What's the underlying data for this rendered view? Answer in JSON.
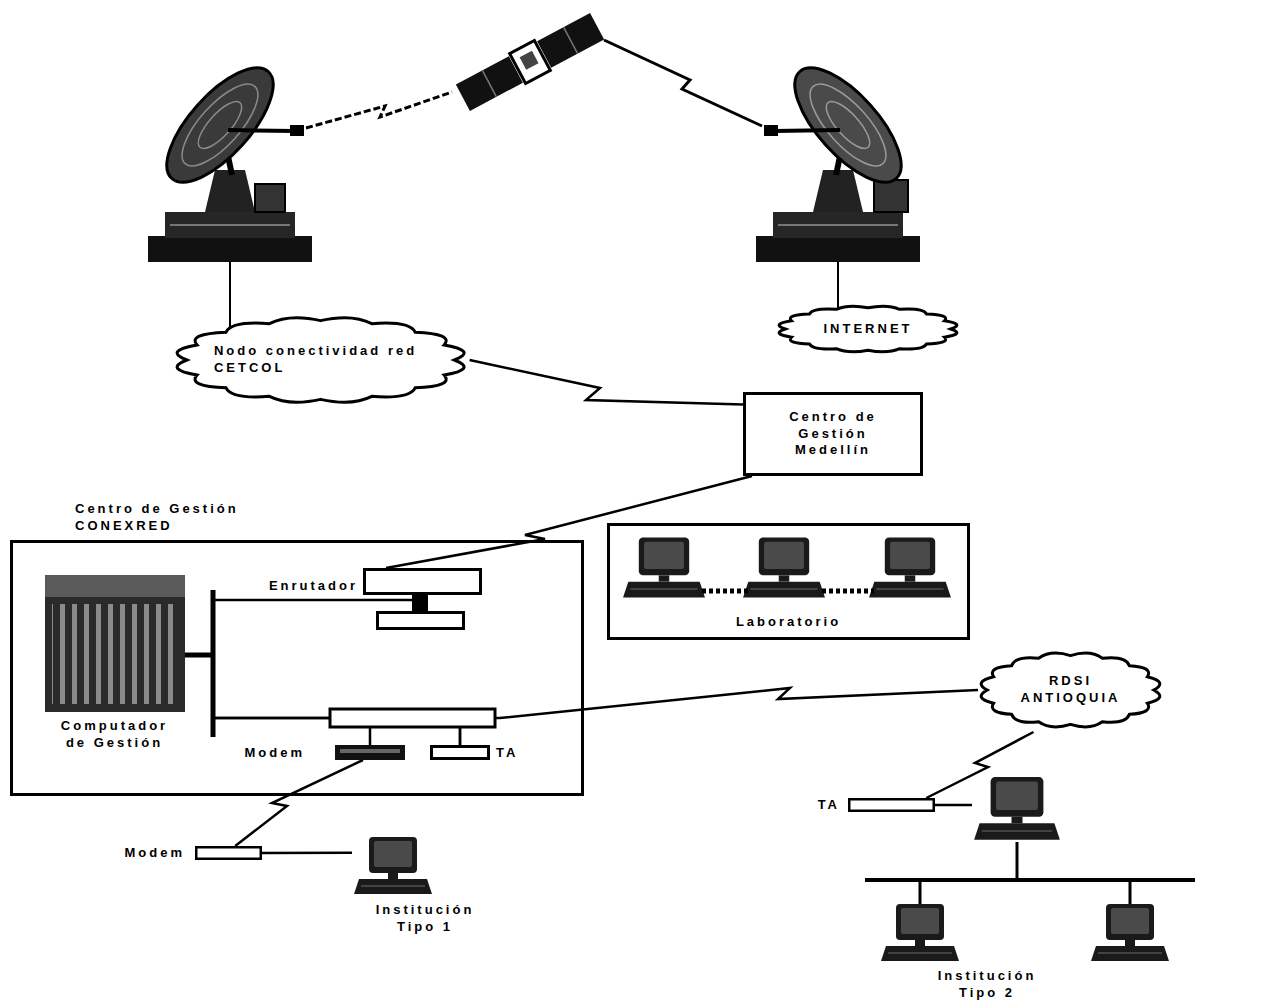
{
  "diagram": {
    "nodes": [
      {
        "text": [
          "Nodo conectividad red CETCOL"
        ]
      },
      {
        "text": [
          "INTERNET"
        ]
      },
      {
        "text": [
          "Centro de Gestión Medellín"
        ]
      },
      {
        "text": [
          "Centro de Gestión CONEXRED"
        ]
      },
      {
        "text": [
          "Computador de Gestión"
        ],
        "in": 3
      },
      {
        "text": [
          "Enrutador"
        ],
        "in": 3
      },
      {
        "text": [
          "Modem"
        ],
        "in": 3
      },
      {
        "text": [
          "TA"
        ],
        "in": 3
      },
      {
        "text": [
          "Laboratorio"
        ]
      },
      {
        "text": [
          "RDSI ANTIOQUIA"
        ]
      },
      {
        "text": [
          "Modem"
        ]
      },
      {
        "text": [
          "Institución Tipo 1"
        ]
      },
      {
        "text": [
          "TA"
        ]
      },
      {
        "text": [
          "Institución Tipo 2"
        ]
      }
    ],
    "edges": [
      {
        "from": 0,
        "to": 2,
        "arrow": "none"
      },
      {
        "from": 2,
        "to": 5,
        "arrow": "none"
      },
      {
        "from": 4,
        "to": 5,
        "arrow": "none"
      },
      {
        "from": 4,
        "to": 6,
        "arrow": "none"
      },
      {
        "from": 4,
        "to": 7,
        "arrow": "none"
      },
      {
        "from": 7,
        "to": 9,
        "arrow": "none"
      },
      {
        "from": 9,
        "to": 12,
        "arrow": "none"
      },
      {
        "from": 6,
        "to": 10,
        "arrow": "none"
      },
      {
        "from": 10,
        "to": 11,
        "arrow": "none"
      },
      {
        "from": 12,
        "to": 13,
        "arrow": "none"
      }
    ]
  }
}
